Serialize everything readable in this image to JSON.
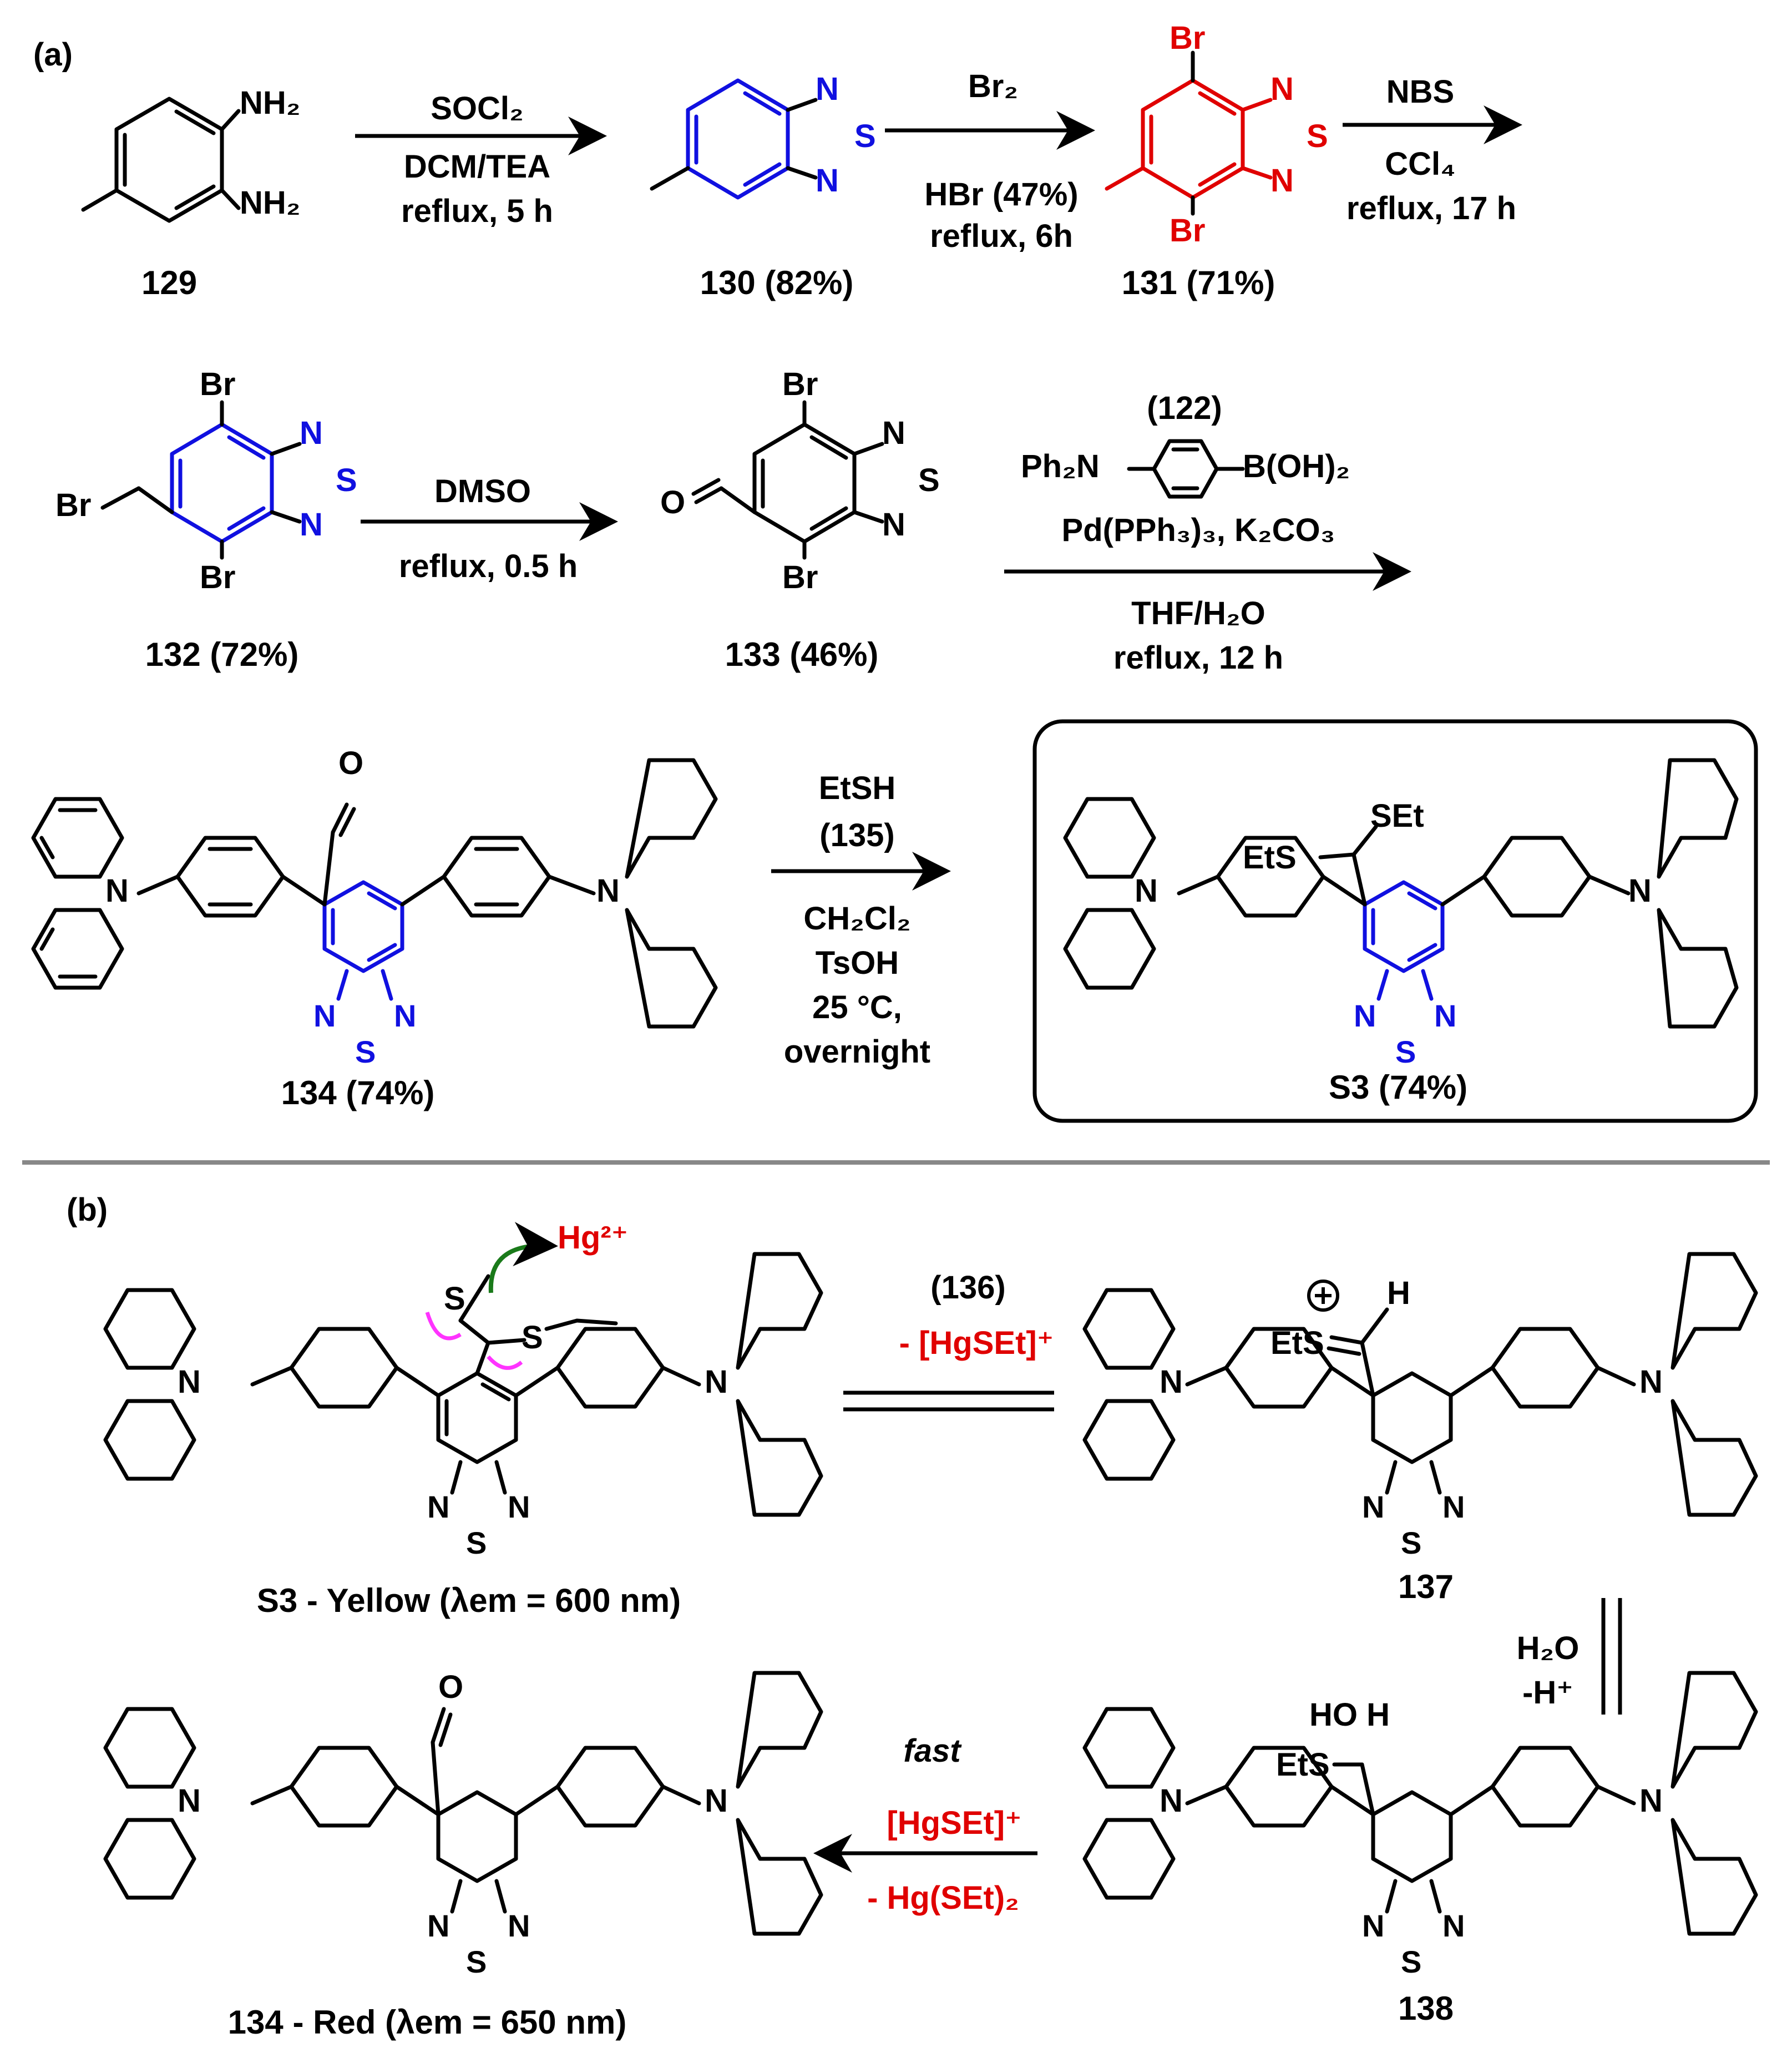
{
  "panel_a": {
    "label": "(a)",
    "atoms": {
      "n": "N",
      "s": "S",
      "br": "Br",
      "o": "O"
    },
    "c129": {
      "label": "129",
      "nh2": "NH₂"
    },
    "c130": {
      "label": "130 (82%)"
    },
    "c131": {
      "label": "131 (71%)"
    },
    "c132": {
      "label": "132 (72%)"
    },
    "c133": {
      "label": "133 (46%)"
    },
    "c134": {
      "label": "134 (74%)"
    },
    "s3": {
      "label": "S3 (74%)",
      "set_top": "SEt",
      "ets_left": "EtS"
    },
    "step1": {
      "reagent": "SOCl₂",
      "cond1": "DCM/TEA",
      "cond2": "reflux, 5 h"
    },
    "step2": {
      "reagent": "Br₂",
      "cond1": "HBr (47%)",
      "cond2": "reflux, 6h"
    },
    "step3": {
      "reagent": "NBS",
      "cond1": "CCl₄",
      "cond2": "reflux, 17 h"
    },
    "step4": {
      "reagent": "DMSO",
      "cond1": "reflux, 0.5 h"
    },
    "step5": {
      "reagent_label": "(122)",
      "ph2n": "Ph₂N",
      "boh2": "B(OH)₂",
      "cond1": "Pd(PPh₃)₃, K₂CO₃",
      "cond2": "THF/H₂O",
      "cond3": "reflux, 12 h"
    },
    "step6": {
      "reagent": "EtSH",
      "reagent_label": "(135)",
      "cond1": "CH₂Cl₂",
      "cond2": "TsOH",
      "cond3": "25 °C,",
      "cond4": "overnight"
    }
  },
  "panel_b": {
    "label": "(b)",
    "hg2": "Hg²⁺",
    "s3_caption": "S3 - Yellow (λem = 600 nm)",
    "c134_caption": "134 - Red (λem = 650 nm)",
    "step1": {
      "reagent_label": "(136)",
      "byproduct": "- [HgSEt]⁺"
    },
    "step2": {
      "reagent": "H₂O",
      "byproduct": "-H⁺"
    },
    "step3": {
      "speed": "fast",
      "reagent": "[HgSEt]⁺",
      "byproduct": "- Hg(SEt)₂"
    },
    "c137": {
      "label": "137",
      "h": "H",
      "ets": "EtS"
    },
    "c138": {
      "label": "138",
      "ho_h": "HO H",
      "ets": "EtS"
    }
  }
}
